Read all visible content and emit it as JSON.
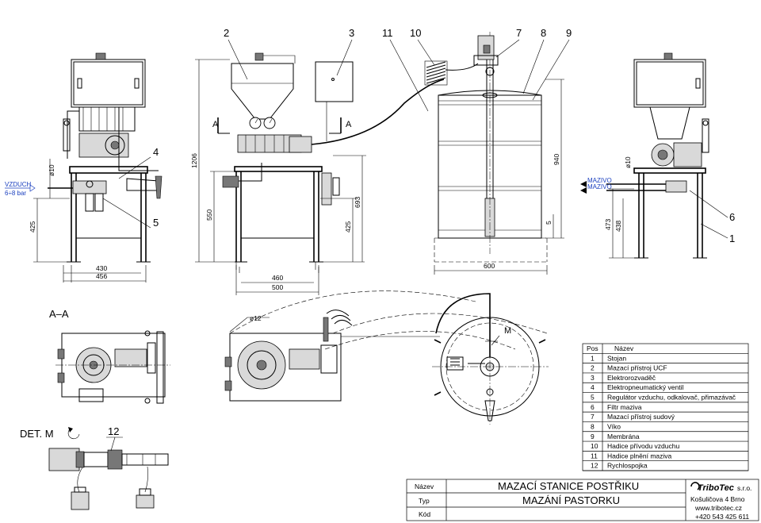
{
  "callouts": {
    "c1": "1",
    "c2": "2",
    "c3": "3",
    "c4": "4",
    "c5": "5",
    "c6": "6",
    "c7": "7",
    "c8": "8",
    "c9": "9",
    "c10": "10",
    "c11": "11",
    "c12": "12"
  },
  "dimensions": {
    "d425_left": "425",
    "d_phi10_left": "ø10",
    "d430": "430",
    "d456": "456",
    "d1206": "1206",
    "d550": "550",
    "d425_mid": "425",
    "d693": "693",
    "d460": "460",
    "d500": "500",
    "d940": "940",
    "d5": "5",
    "d600": "600",
    "d_phi10_right": "ø10",
    "d473": "473",
    "d438": "438",
    "d_phi12": "ø12"
  },
  "labels": {
    "vzduch": "VZDUCH",
    "pressure": "6÷8 bar",
    "mazivo1": "MAZIVO",
    "mazivo2": "MAZIVO",
    "section_a_left": "A",
    "section_a_right": "A",
    "section_aa": "A–A",
    "detail_m": "DET. M",
    "m_marker": "M"
  },
  "parts_table": {
    "header_pos": "Pos",
    "header_name": "Název",
    "rows": [
      {
        "pos": "1",
        "name": "Stojan"
      },
      {
        "pos": "2",
        "name": "Mazací přístroj UCF"
      },
      {
        "pos": "3",
        "name": "Elektrorozvaděč"
      },
      {
        "pos": "4",
        "name": "Elektropneumatický ventil"
      },
      {
        "pos": "5",
        "name": "Regulátor vzduchu, odkalovač, přimazávač"
      },
      {
        "pos": "6",
        "name": "Filtr maziva"
      },
      {
        "pos": "7",
        "name": "Mazací přístroj sudový"
      },
      {
        "pos": "8",
        "name": "Víko"
      },
      {
        "pos": "9",
        "name": "Membrána"
      },
      {
        "pos": "10",
        "name": "Hadice přívodu vzduchu"
      },
      {
        "pos": "11",
        "name": "Hadice plnění maziva"
      },
      {
        "pos": "12",
        "name": "Rychlospojka"
      }
    ]
  },
  "title_block": {
    "label_name": "Název",
    "label_type": "Typ",
    "label_code": "Kód",
    "name_value": "MAZACÍ STANICE POSTŘIKU",
    "type_value": "MAZÁNÍ PASTORKU",
    "code_value": "",
    "company_logo": "TriboTec",
    "company_suffix": "s.r.o.",
    "address": "Košuličova 4 Brno",
    "web": "www.tribotec.cz",
    "phone": "+420 543 425 611"
  },
  "colors": {
    "line": "#000000",
    "annotation_blue": "#1a3fbf",
    "fill_gray": "#d9d9d9"
  }
}
